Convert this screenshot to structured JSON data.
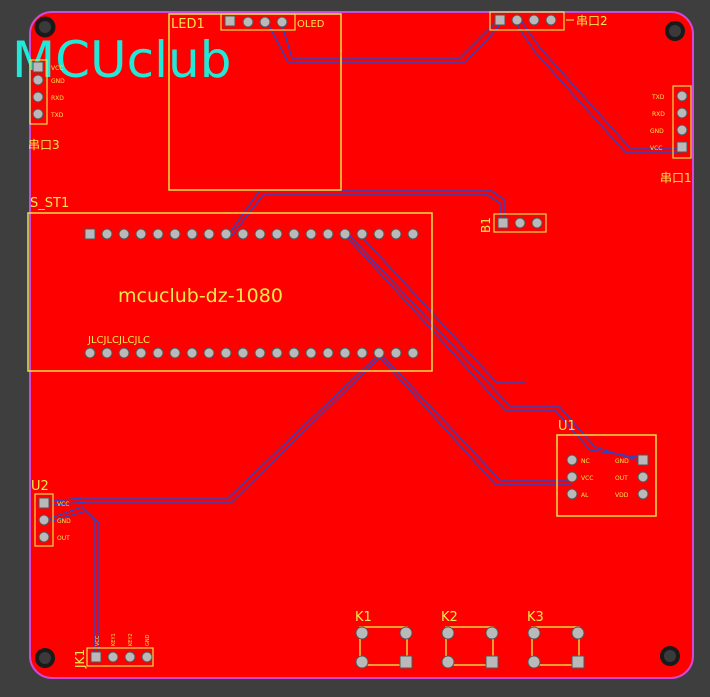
{
  "colors": {
    "background": "#3e3e3e",
    "board_copper": "#ff0000",
    "board_edge": "#d04ad8",
    "silkscreen": "#f2e94e",
    "trace_blue": "#2d46c8",
    "pad": "#b9b9b9"
  },
  "logo_text": "MCUclub",
  "board_text": "mcuclub-dz-1080",
  "jlc_text": "JLCJLCJLCJLC",
  "components": {
    "led1": {
      "ref": "LED1",
      "label": "OLED"
    },
    "chuankou2": {
      "ref": "串口2"
    },
    "chuankou3": {
      "ref": "串口3",
      "pins": [
        "VCC",
        "GND",
        "RXD",
        "TXD"
      ]
    },
    "chuankou1": {
      "ref": "串口1",
      "pins": [
        "TXD",
        "RXD",
        "GND",
        "VCC"
      ]
    },
    "s_st1": {
      "ref": "S_ST1"
    },
    "b1": {
      "ref": "B1"
    },
    "u1": {
      "ref": "U1",
      "pins_left": [
        "NC",
        "VCC",
        "AL"
      ],
      "pins_right": [
        "GND",
        "OUT",
        "VDD"
      ]
    },
    "u2": {
      "ref": "U2",
      "pins": [
        "VCC",
        "GND",
        "OUT"
      ]
    },
    "jk1": {
      "ref": "JK1",
      "pins": [
        "VCC",
        "KEY1",
        "KEY2",
        "GND"
      ]
    },
    "k1": {
      "ref": "K1"
    },
    "k2": {
      "ref": "K2"
    },
    "k3": {
      "ref": "K3"
    }
  }
}
